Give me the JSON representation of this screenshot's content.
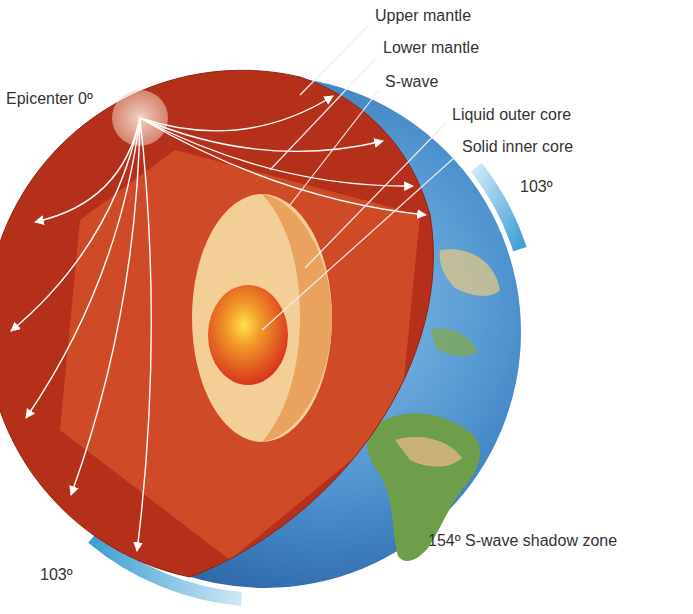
{
  "diagram": {
    "labels": [
      "Upper mantle",
      "Lower mantle",
      "S-wave",
      "Liquid outer core",
      "Solid inner core",
      "Epicenter 0º",
      "103º",
      "103º",
      "154º S-wave shadow zone"
    ]
  }
}
